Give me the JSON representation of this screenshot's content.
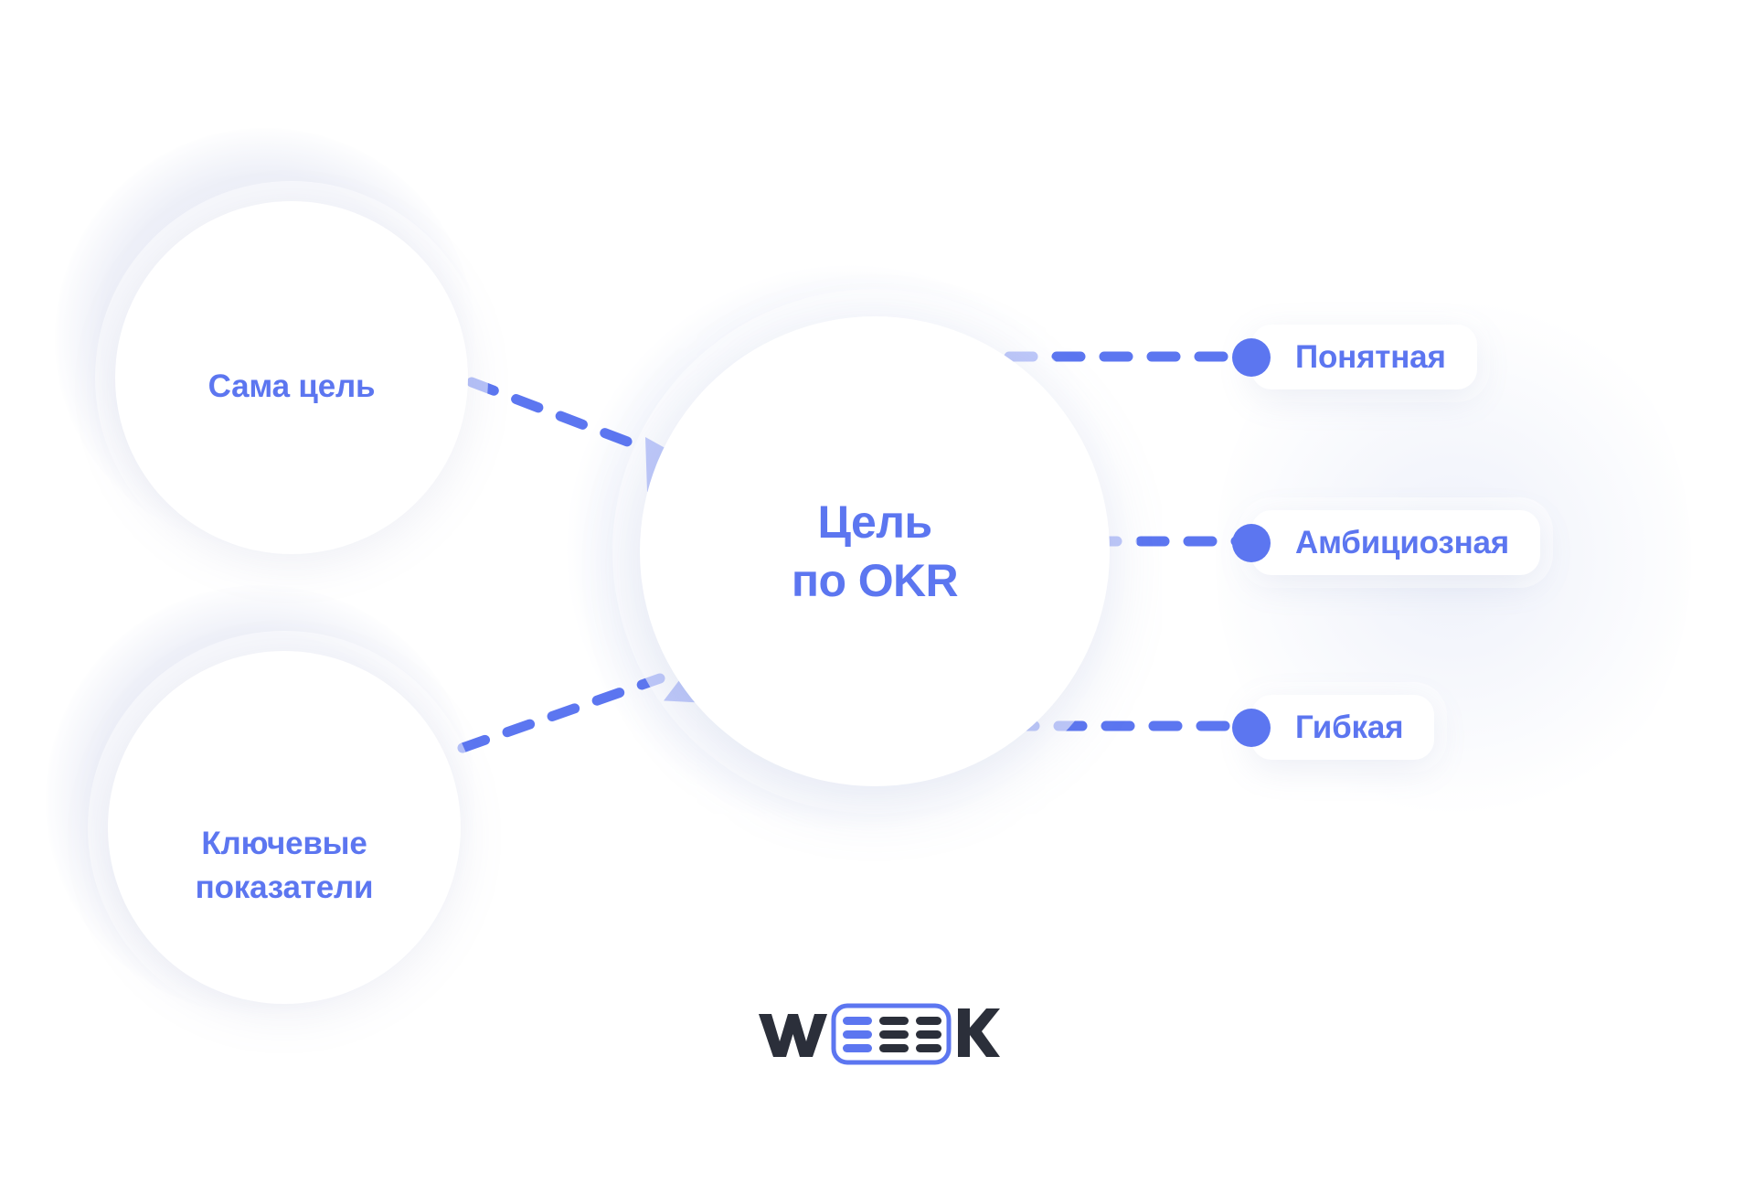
{
  "diagram": {
    "title_node": {
      "id": "okr-goal",
      "label": "Цель\nпо OKR"
    },
    "source_nodes": [
      {
        "id": "goal-itself",
        "label": "Сама цель"
      },
      {
        "id": "key-results",
        "label": "Ключевые\nпоказатели"
      }
    ],
    "attributes": [
      {
        "id": "clear",
        "label": "Понятная"
      },
      {
        "id": "ambitious",
        "label": "Амбициозная"
      },
      {
        "id": "flexible",
        "label": "Гибкая"
      }
    ],
    "connectors": [
      {
        "id": "goal-itself-to-center",
        "style": "dashed-arrow",
        "direction": "right"
      },
      {
        "id": "key-results-to-center",
        "style": "dashed-arrow",
        "direction": "right"
      },
      {
        "id": "center-to-clear",
        "style": "dashed-dot"
      },
      {
        "id": "center-to-ambitious",
        "style": "dashed-dot"
      },
      {
        "id": "center-to-flexible",
        "style": "dashed-dot"
      }
    ]
  },
  "brand": {
    "name": "WEEEK",
    "letter_left": "W",
    "letter_right": "K"
  },
  "colors": {
    "accent": "#5c76f0",
    "accent_text": "#5c76f0",
    "logo_dark": "#2b2f3a",
    "surface": "#ffffff",
    "wash": "#eef0f8"
  }
}
